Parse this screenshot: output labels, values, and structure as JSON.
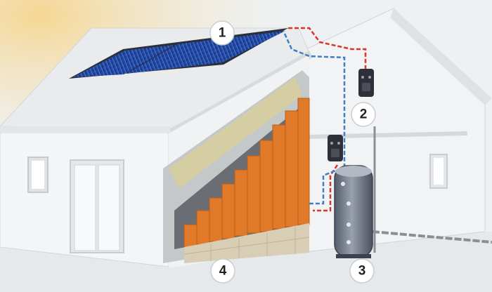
{
  "colors": {
    "sky_glow": "#f3d9a0",
    "house_wall": "#f4f5f6",
    "house_shadow": "#dfe2e5",
    "roof": "#e9ebed",
    "solar_panel": "#1c3f93",
    "panel_frame": "#2a2f3a",
    "pipe_hot": "#d9352a",
    "pipe_cold": "#3f7fc7",
    "insulation_orange": "#e07a28",
    "brick_beige": "#d8cdb5",
    "plaster_gray": "#c5c8c9",
    "tank_body": "#6f7787",
    "controller": "#2d3038"
  },
  "icons": [
    "solar-panel-icon",
    "controller-icon",
    "storage-tank-icon",
    "wall-insulation-icon"
  ],
  "callouts": [
    {
      "label": "1"
    },
    {
      "label": "2"
    },
    {
      "label": "3"
    },
    {
      "label": "4"
    }
  ]
}
